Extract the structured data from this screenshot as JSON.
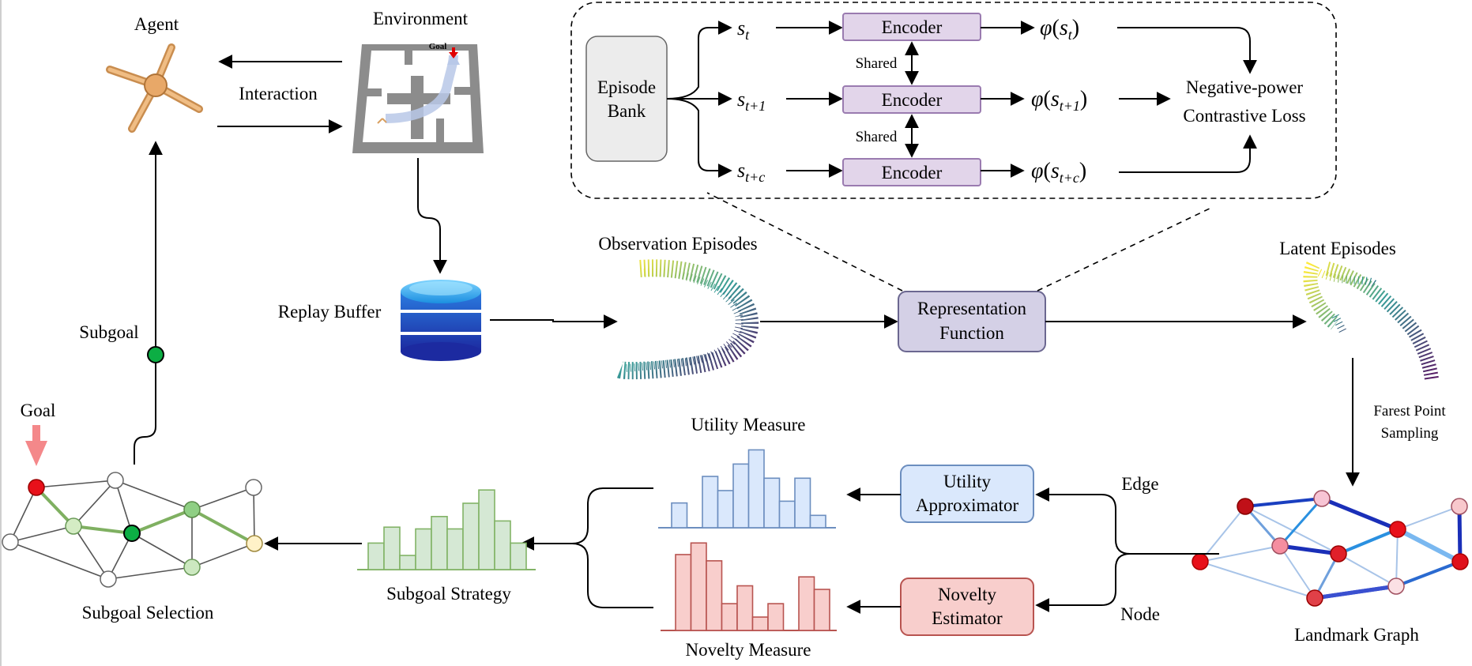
{
  "labels": {
    "agent": "Agent",
    "environment": "Environment",
    "interaction": "Interaction",
    "goal_maze": "Goal",
    "replay_buffer": "Replay Buffer",
    "subgoal": "Subgoal",
    "goal": "Goal",
    "subgoal_selection": "Subgoal Selection",
    "subgoal_strategy": "Subgoal Strategy",
    "utility_measure": "Utility Measure",
    "novelty_measure": "Novelty Measure",
    "utility_approximator_1": "Utility",
    "utility_approximator_2": "Approximator",
    "novelty_estimator_1": "Novelty",
    "novelty_estimator_2": "Estimator",
    "edge": "Edge",
    "node": "Node",
    "landmark_graph": "Landmark Graph",
    "farest_point_1": "Farest Point",
    "farest_point_2": "Sampling",
    "observation_episodes": "Observation Episodes",
    "latent_episodes": "Latent Episodes",
    "representation_1": "Representation",
    "representation_2": "Function",
    "episode_bank_1": "Episode",
    "episode_bank_2": "Bank",
    "encoder": "Encoder",
    "shared": "Shared",
    "loss_1": "Negative-power",
    "loss_2": "Contrastive Loss",
    "s_t": "s",
    "s_t_sub": "t",
    "s_t1_sub": "t+1",
    "s_tc_sub": "t+c",
    "phi": "φ"
  },
  "colors": {
    "encoder_fill": "#e2d5ea",
    "encoder_stroke": "#9a7bb0",
    "repr_fill": "#d4d0e6",
    "repr_stroke": "#6b6790",
    "bank_fill": "#ececec",
    "utility_fill": "#dae8fc",
    "utility_stroke": "#6c8ebf",
    "novelty_fill": "#f8cecc",
    "novelty_stroke": "#b85450",
    "strategy_fill": "#d5e8d4",
    "strategy_stroke": "#82b366"
  },
  "histograms": {
    "utility": [
      0.28,
      0,
      0.58,
      0.42,
      0.72,
      0.88,
      0.56,
      0.3,
      0.56,
      0.14
    ],
    "novelty": [
      0.85,
      0.98,
      0.78,
      0.3,
      0.5,
      0.15,
      0.3,
      0,
      0.6,
      0.46
    ],
    "strategy": [
      0.3,
      0.48,
      0.16,
      0.46,
      0.6,
      0.46,
      0.75,
      0.9,
      0.55,
      0.3
    ]
  },
  "icons": {
    "agent": "ant-robot-icon",
    "environment": "maze-icon",
    "replay_buffer": "database-icon"
  }
}
